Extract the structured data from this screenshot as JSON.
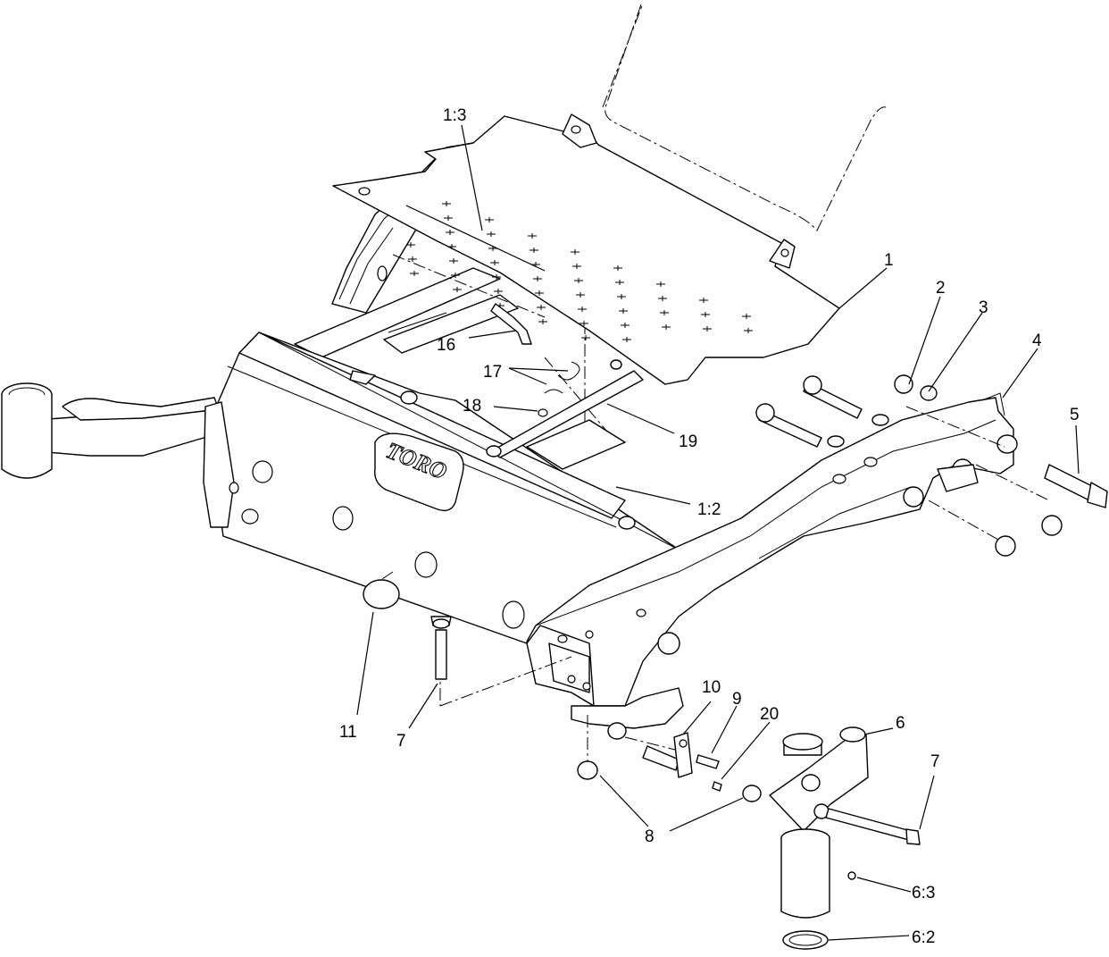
{
  "diagram": {
    "brand_logo": "TORO",
    "callouts": {
      "c1": "1",
      "c1_3": "1:3",
      "c1_2": "1:2",
      "c2": "2",
      "c3": "3",
      "c4": "4",
      "c5": "5",
      "c6": "6",
      "c6_2": "6:2",
      "c6_3": "6:3",
      "c7a": "7",
      "c7b": "7",
      "c8": "8",
      "c9": "9",
      "c10": "10",
      "c11": "11",
      "c16": "16",
      "c17": "17",
      "c18": "18",
      "c19": "19",
      "c20": "20"
    }
  }
}
